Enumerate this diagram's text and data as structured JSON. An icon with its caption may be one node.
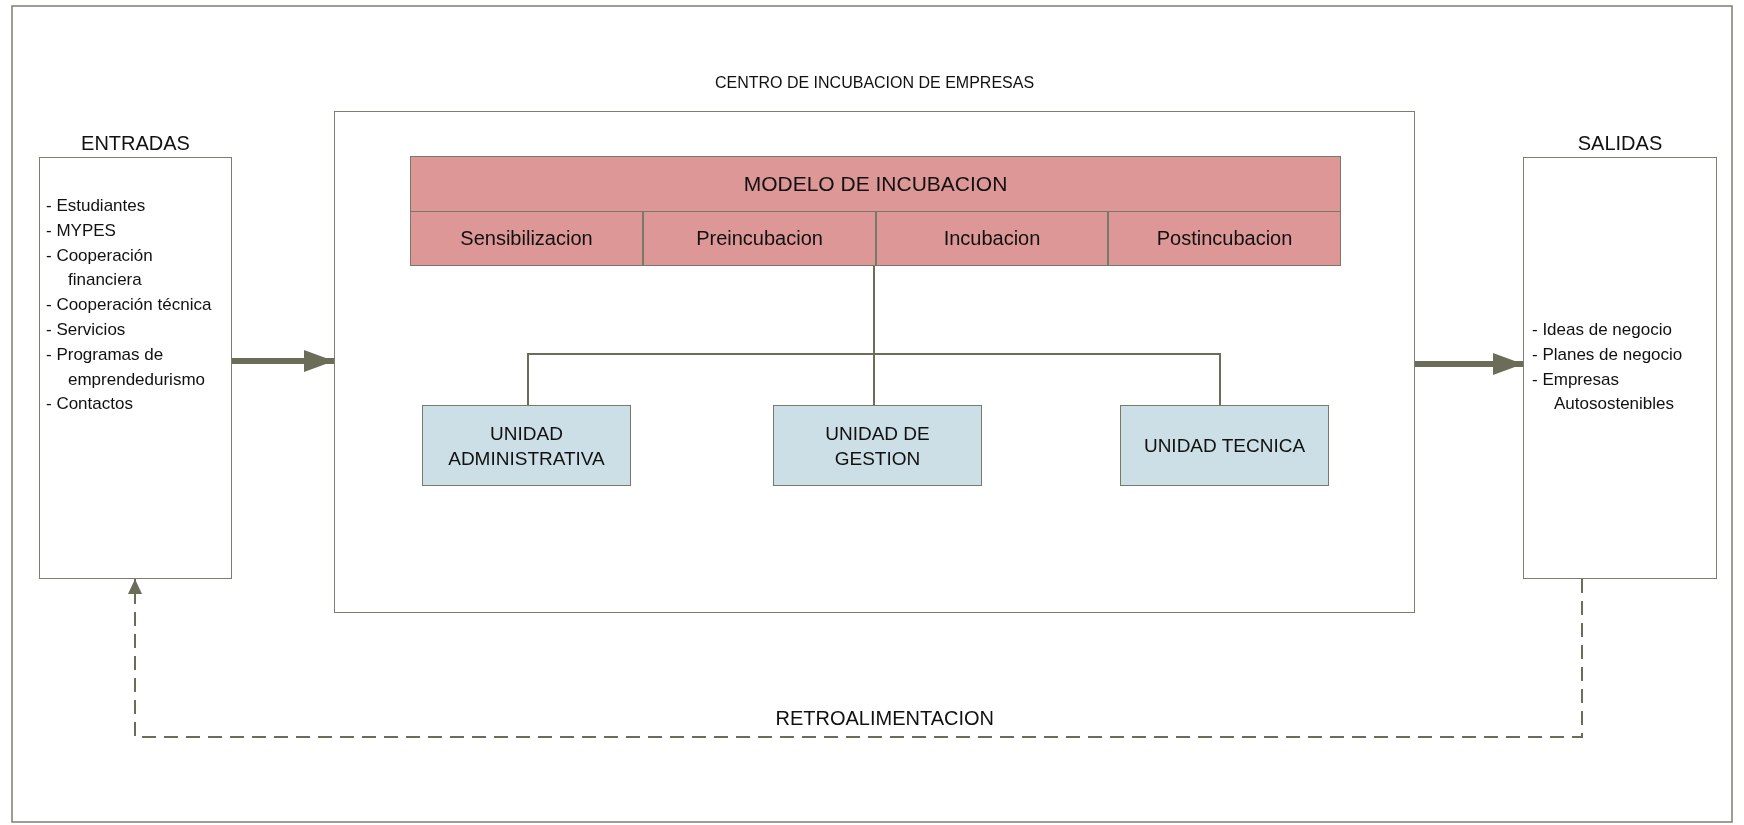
{
  "diagram": {
    "nodes": [
      {
        "text": [
          "CENTRO DE INCUBACION DE EMPRESAS"
        ]
      },
      {
        "text": [
          "ENTRADAS",
          "- Estudiantes",
          "- MYPES",
          "- Cooperación financiera",
          "- Cooperación técnica",
          "- Servicios",
          "- Programas de emprendedurismo",
          "- Contactos"
        ]
      },
      {
        "text": [
          "MODELO DE INCUBACION"
        ],
        "in": 0
      },
      {
        "text": [
          "Sensibilizacion"
        ],
        "in": 2
      },
      {
        "text": [
          "Preincubacion"
        ],
        "in": 2
      },
      {
        "text": [
          "Incubacion"
        ],
        "in": 2
      },
      {
        "text": [
          "Postincubacion"
        ],
        "in": 2
      },
      {
        "text": [
          "UNIDAD ADMINISTRATIVA"
        ],
        "in": 0
      },
      {
        "text": [
          "UNIDAD DE GESTION"
        ],
        "in": 0
      },
      {
        "text": [
          "UNIDAD TECNICA"
        ],
        "in": 0
      },
      {
        "text": [
          "SALIDAS",
          "- Ideas de negocio",
          "- Planes de negocio",
          "- Empresas Autosostenibles"
        ]
      }
    ],
    "edges": [
      {
        "from": 1,
        "to": 0,
        "arrow": "to",
        "style": "thick"
      },
      {
        "from": 0,
        "to": 10,
        "arrow": "to",
        "style": "thick"
      },
      {
        "from": 2,
        "to": 7,
        "arrow": "none"
      },
      {
        "from": 2,
        "to": 8,
        "arrow": "none"
      },
      {
        "from": 2,
        "to": 9,
        "arrow": "none"
      },
      {
        "from": 10,
        "to": 1,
        "arrow": "to",
        "style": "dashed",
        "label": "RETROALIMENTACION"
      }
    ]
  }
}
